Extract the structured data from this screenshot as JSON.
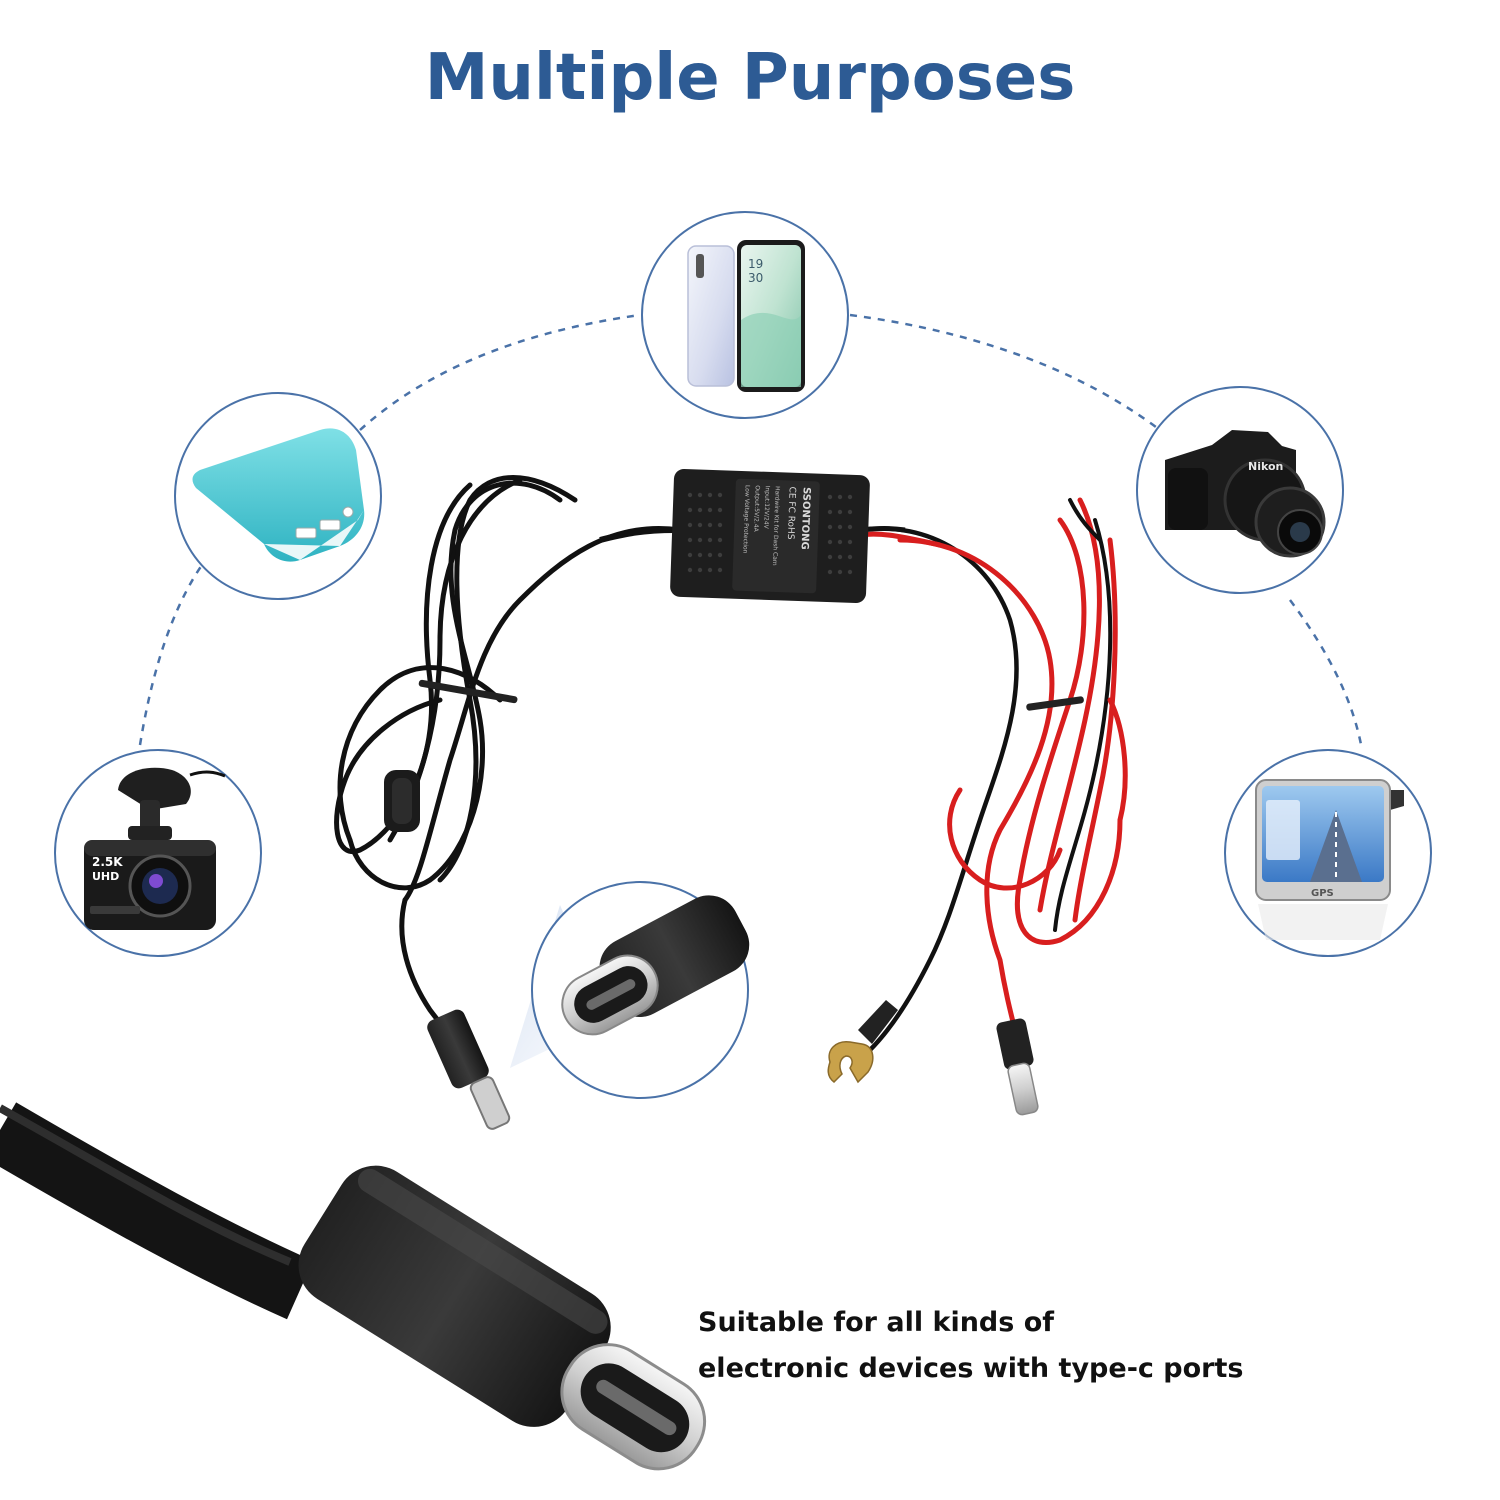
{
  "heading": "Multiple Purposes",
  "caption": {
    "line1": "Suitable for all kinds of",
    "line2": "electronic devices with type-c ports"
  },
  "colors": {
    "heading": "#2d5b94",
    "circle_border": "#4a72a8",
    "dashed_arc": "#4a72a8",
    "cable": "#111111",
    "red_wire": "#d81e1e",
    "text": "#111111"
  },
  "box_label": {
    "brand": "SSONTONG",
    "marks": "CE FC RoHS",
    "lines": [
      "Hardwire Kit for Dash Cam",
      "Input:12V/24V",
      "Output:5V/2.4A",
      "Low Voltage Protection"
    ]
  },
  "dashcam_label": {
    "resolution": "2.5K",
    "sub": "UHD"
  },
  "camera_label": "Nikon",
  "gps_label": "GPS",
  "phone_time": {
    "hour": "19",
    "minute": "30"
  },
  "icons": [
    "phone-icon",
    "power-bank-icon",
    "digital-camera-icon",
    "dash-cam-icon",
    "gps-navigator-icon",
    "usb-c-connector-icon"
  ]
}
